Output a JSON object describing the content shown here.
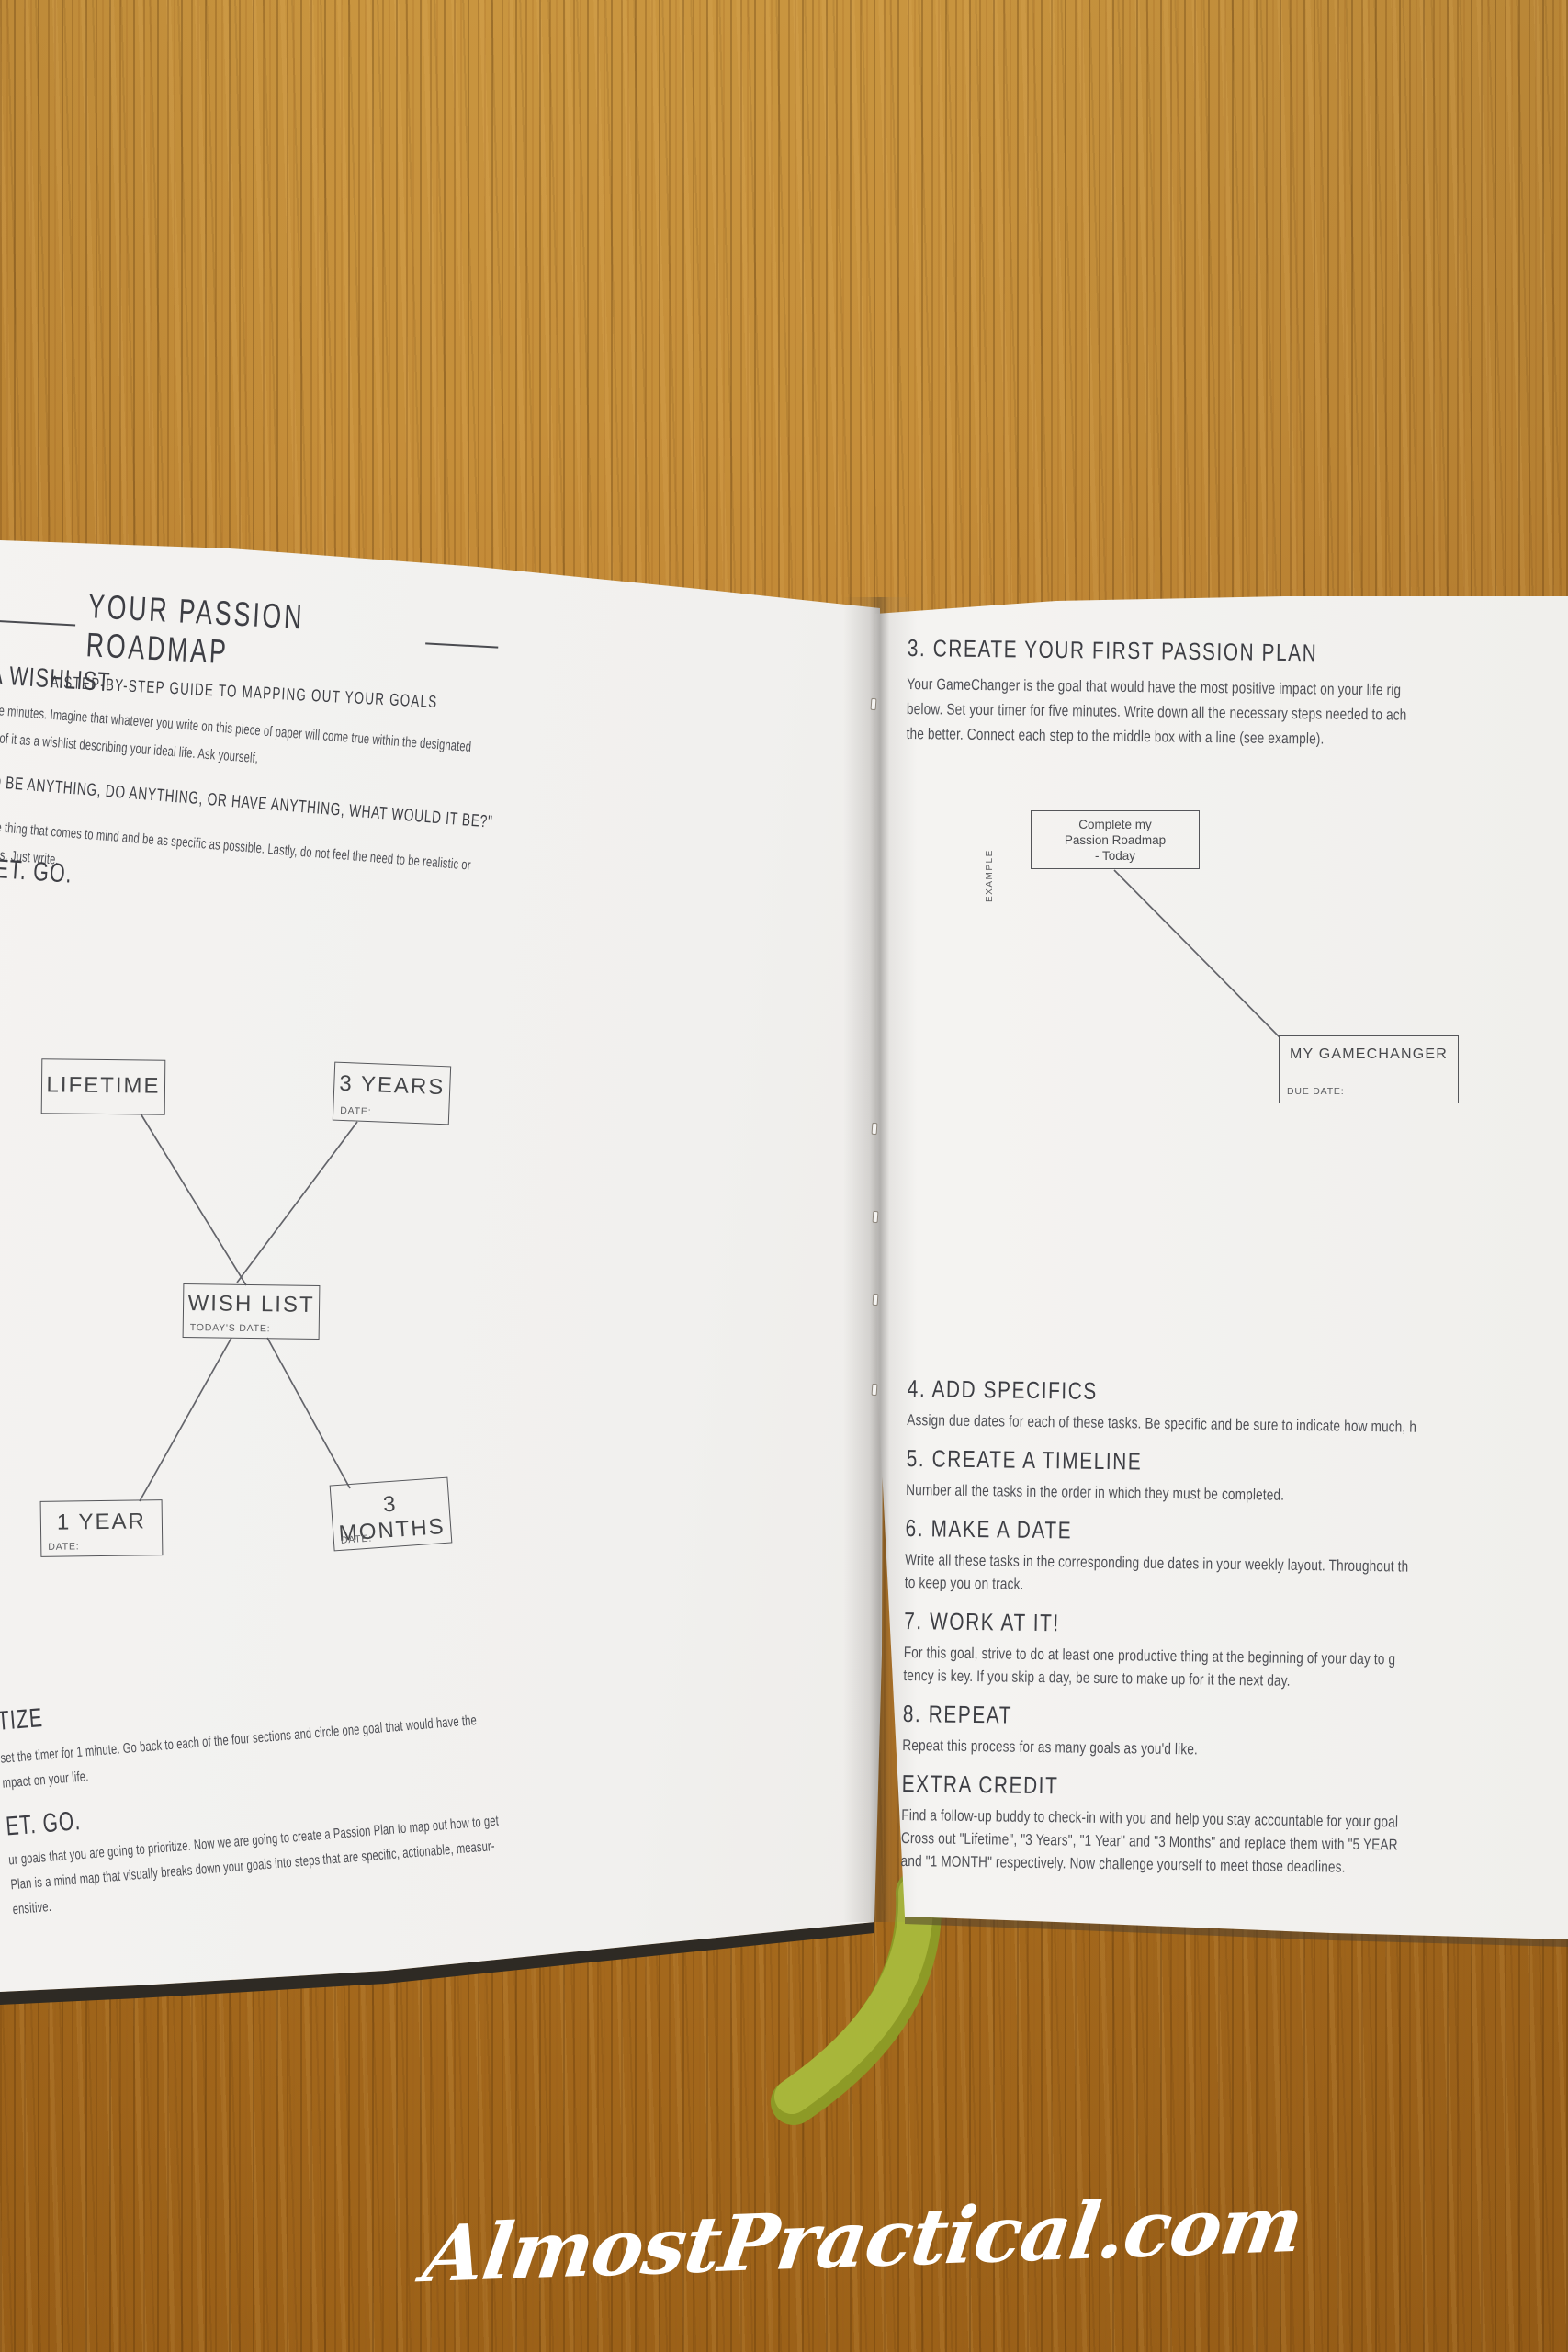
{
  "colors": {
    "wood_top": "#c9953f",
    "wood_bottom": "#9c6118",
    "paper": "#f2f1ef",
    "body_ink": "#4e4f55",
    "heading_ink": "#3d3e44",
    "bookmark_green": "#a6b437",
    "cover_dark": "#2e2a24"
  },
  "watermark": "AlmostPractical.com",
  "left_page": {
    "title": "YOUR PASSION ROADMAP",
    "subtitle": "A STEP-BY-STEP GUIDE TO MAPPING OUT YOUR GOALS",
    "wishlist_heading": "A WISHLIST",
    "wishlist_para": [
      "ve minutes. Imagine that whatever you write on this piece of paper will come true within the designated",
      "k of it as a wishlist describing your ideal life. Ask yourself,"
    ],
    "quote": "D BE ANYTHING, DO ANYTHING, OR HAVE ANYTHING, WHAT WOULD IT BE?\"",
    "wishlist_para2": [
      "le thing that comes to mind and be as specific as possible. Lastly, do not feel the need to be realistic or",
      "ms. Just write."
    ],
    "go_heading_1": "ET. GO.",
    "prioritize_heading": "TIZE",
    "prioritize_para": [
      "set the timer for 1 minute. Go back to each of the four sections and circle one goal that would have the",
      "mpact on your life."
    ],
    "go_heading_2": "ET. GO.",
    "plan_para": [
      "ur goals that you are going to prioritize. Now we are going to create a Passion Plan to map out how to get",
      "Plan is a mind map that visually breaks down your goals into steps that are specific, actionable, measur-",
      "ensitive."
    ],
    "diagram": {
      "lifetime": {
        "label": "LIFETIME",
        "date": ""
      },
      "three_years": {
        "label": "3 YEARS",
        "date": "DATE:"
      },
      "wish_list": {
        "label": "WISH LIST",
        "date": "TODAY'S DATE:"
      },
      "one_year": {
        "label": "1 YEAR",
        "date": "DATE:"
      },
      "three_months": {
        "label": "3 MONTHS",
        "date": "DATE:"
      }
    }
  },
  "right_page": {
    "example_label": "EXAMPLE",
    "example_box": [
      "Complete my",
      "Passion Roadmap",
      "- Today"
    ],
    "gamechanger": {
      "label": "MY GAMECHANGER",
      "due": "DUE DATE:"
    },
    "sections": [
      {
        "heading": "3. CREATE YOUR FIRST PASSION PLAN",
        "lines": [
          "Your GameChanger is the goal that would have the most positive impact on your life rig",
          "below. Set your timer for five minutes. Write down all the necessary steps needed to ach",
          "the better. Connect each step to the middle box with a line (see example)."
        ]
      },
      {
        "heading": "4. ADD SPECIFICS",
        "lines": [
          "Assign due dates for each of these tasks. Be specific and be sure to indicate how much, h"
        ]
      },
      {
        "heading": "5. CREATE A TIMELINE",
        "lines": [
          "Number all the tasks in the order in which they must be completed."
        ]
      },
      {
        "heading": "6. MAKE A DATE",
        "lines": [
          "Write all these tasks in the corresponding due dates in your weekly layout. Throughout th",
          "to keep you on track."
        ]
      },
      {
        "heading": "7. WORK AT IT!",
        "lines": [
          "For this goal, strive to do at least one productive thing at the beginning of your day to g",
          "tency is key. If you skip a day, be sure to make up for it the next day."
        ]
      },
      {
        "heading": "8. REPEAT",
        "lines": [
          "Repeat this process for as many goals as you'd like."
        ]
      },
      {
        "heading": "EXTRA CREDIT",
        "lines": [
          "Find a follow-up buddy to check-in with you and help you stay accountable for your goal",
          "Cross out \"Lifetime\", \"3 Years\", \"1 Year\" and \"3 Months\" and replace them with \"5 YEAR",
          "and \"1 MONTH\" respectively. Now challenge yourself to meet those deadlines."
        ]
      }
    ]
  }
}
